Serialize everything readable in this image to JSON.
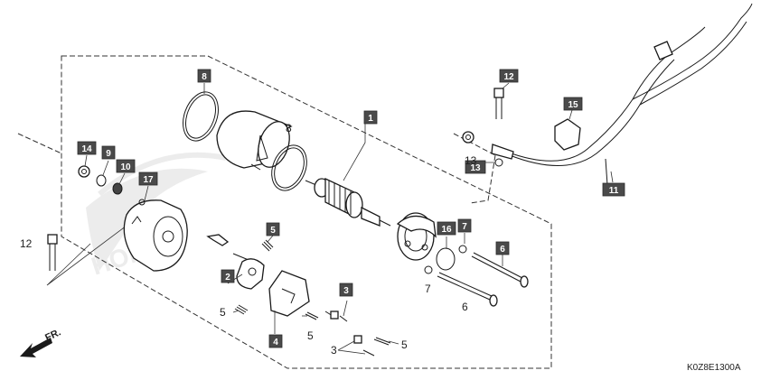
{
  "diagram_code": "K0Z8E1300A",
  "direction_label": "FR.",
  "watermark": "HONDA",
  "boxed_callouts": [
    {
      "id": "c1",
      "label": "1"
    },
    {
      "id": "c2",
      "label": "2"
    },
    {
      "id": "c3",
      "label": "3"
    },
    {
      "id": "c4",
      "label": "4"
    },
    {
      "id": "c5",
      "label": "5"
    },
    {
      "id": "c6",
      "label": "6"
    },
    {
      "id": "c7",
      "label": "7"
    },
    {
      "id": "c8",
      "label": "8"
    },
    {
      "id": "c9",
      "label": "9"
    },
    {
      "id": "c10",
      "label": "10"
    },
    {
      "id": "c11",
      "label": "11"
    },
    {
      "id": "c12a",
      "label": "12"
    },
    {
      "id": "c13",
      "label": "13"
    },
    {
      "id": "c14",
      "label": "14"
    },
    {
      "id": "c15",
      "label": "15"
    },
    {
      "id": "c16",
      "label": "16"
    },
    {
      "id": "c17",
      "label": "17"
    }
  ],
  "plain_callouts": [
    {
      "id": "p3",
      "label": "3"
    },
    {
      "id": "p5a",
      "label": "5"
    },
    {
      "id": "p5b",
      "label": "5"
    },
    {
      "id": "p5c",
      "label": "5"
    },
    {
      "id": "p6",
      "label": "6"
    },
    {
      "id": "p7",
      "label": "7"
    },
    {
      "id": "p8",
      "label": "8"
    },
    {
      "id": "p12",
      "label": "12"
    },
    {
      "id": "p13",
      "label": "13"
    }
  ]
}
